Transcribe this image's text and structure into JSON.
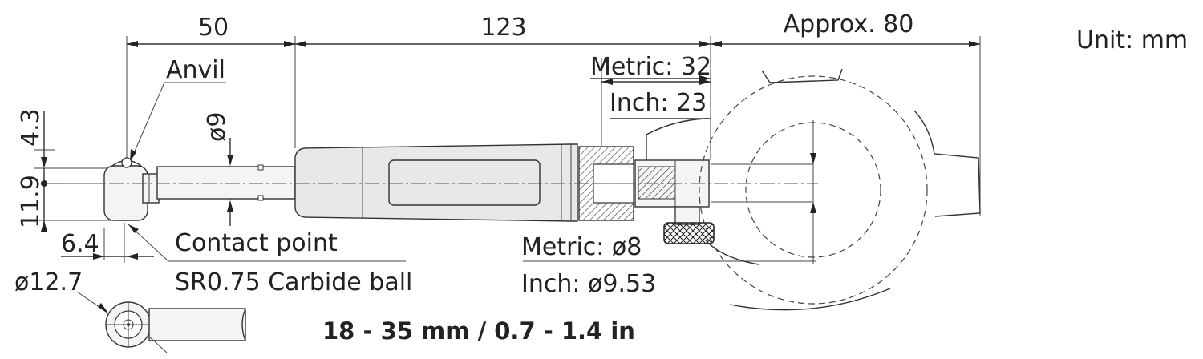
{
  "diagram": {
    "unit_label": "Unit: mm",
    "range_caption": "18 - 35 mm / 0.7 - 1.4 in",
    "dimensions": {
      "d50": "50",
      "d123": "123",
      "approx80": "Approx. 80",
      "metric32": "Metric: 32",
      "inch23": "Inch: 23",
      "d4_3": "4.3",
      "d11_9": "11.9",
      "d6_4": "6.4",
      "dia9": "ø9",
      "dia12_7": "ø12.7",
      "metric_dia8": "Metric: ø8",
      "inch_dia9_53": "Inch: ø9.53"
    },
    "callouts": {
      "anvil": "Anvil",
      "contact_point": "Contact point",
      "carbide_ball": "SR0.75 Carbide ball"
    }
  }
}
